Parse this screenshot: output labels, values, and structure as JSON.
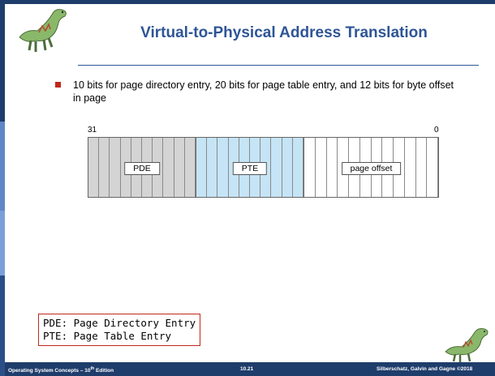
{
  "slide": {
    "title": "Virtual-to-Physical Address Translation",
    "bullet": "10 bits for page directory entry, 20 bits for page table entry, and 12 bits for byte offset in page"
  },
  "diagram": {
    "high_bit": "31",
    "low_bit": "0",
    "segments": [
      {
        "label": "PDE",
        "bits": 10,
        "color": "#d4d4d4"
      },
      {
        "label": "PTE",
        "bits": 10,
        "color": "#c5e4f5"
      },
      {
        "label": "page offset",
        "bits": 12,
        "color": "#ffffff"
      }
    ]
  },
  "legend": {
    "line1": "PDE: Page Directory Entry",
    "line2": "PTE: Page Table Entry"
  },
  "footer": {
    "left_main": "Operating System Concepts – 10",
    "left_sup": "th",
    "left_tail": " Edition",
    "center": "10.21",
    "right": "Silberschatz, Galvin and Gagne ©2018"
  },
  "colors": {
    "title": "#2e5596",
    "bullet": "#c0281c",
    "footer_bg": "#1f3d6b"
  },
  "icons": {
    "top_logo": "dinosaur-icon",
    "bottom_logo": "dinosaur-icon"
  }
}
